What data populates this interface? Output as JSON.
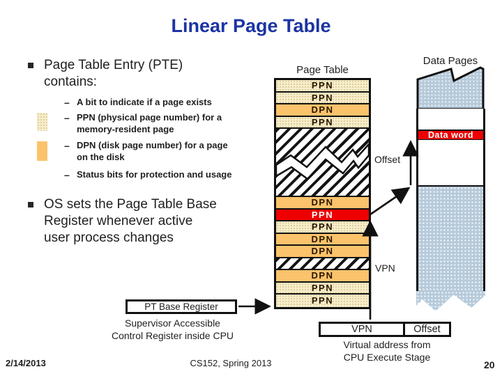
{
  "title": "Linear Page Table",
  "bullets": {
    "dash": "–",
    "b1": "Page Table Entry (PTE) contains:",
    "sub1": "A bit to indicate if a page exists",
    "sub2": "PPN (physical page number) for a memory-resident page",
    "sub3": "DPN (disk page number) for a page on the disk",
    "sub4": "Status bits for protection and usage",
    "b2": "OS sets the Page Table Base Register whenever active user process changes"
  },
  "pagetable": {
    "title": "Page Table",
    "rows": [
      {
        "label": "PPN",
        "type": "ppn"
      },
      {
        "label": "PPN",
        "type": "ppn"
      },
      {
        "label": "DPN",
        "type": "dpn"
      },
      {
        "label": "PPN",
        "type": "ppn"
      },
      {
        "label": "",
        "type": "hatch-big"
      },
      {
        "label": "DPN",
        "type": "dpn"
      },
      {
        "label": "PPN",
        "type": "selected"
      },
      {
        "label": "PPN",
        "type": "ppn"
      },
      {
        "label": "DPN",
        "type": "dpn"
      },
      {
        "label": "DPN",
        "type": "dpn"
      },
      {
        "label": "",
        "type": "hatch"
      },
      {
        "label": "DPN",
        "type": "dpn"
      },
      {
        "label": "PPN",
        "type": "ppn"
      },
      {
        "label": "PPN",
        "type": "ppn"
      }
    ]
  },
  "datapages": {
    "title": "Data Pages",
    "data_word": "Data word"
  },
  "labels": {
    "offset": "Offset",
    "vpn": "VPN",
    "pt_base": "PT Base Register",
    "pt_base_caption_1": "Supervisor Accessible",
    "pt_base_caption_2": "Control Register inside CPU",
    "va_vpn": "VPN",
    "va_offset": "Offset",
    "va_caption_1": "Virtual address from",
    "va_caption_2": "CPU Execute Stage"
  },
  "footer": {
    "date": "2/14/2013",
    "course": "CS152, Spring 2013",
    "page": "20"
  },
  "colors": {
    "title_blue": "#1b34a3",
    "ppn_cream": "#f6eecb",
    "dpn_orange": "#fbc36b",
    "highlight_red": "#ee0000",
    "data_page_blue": "#b6cada"
  }
}
